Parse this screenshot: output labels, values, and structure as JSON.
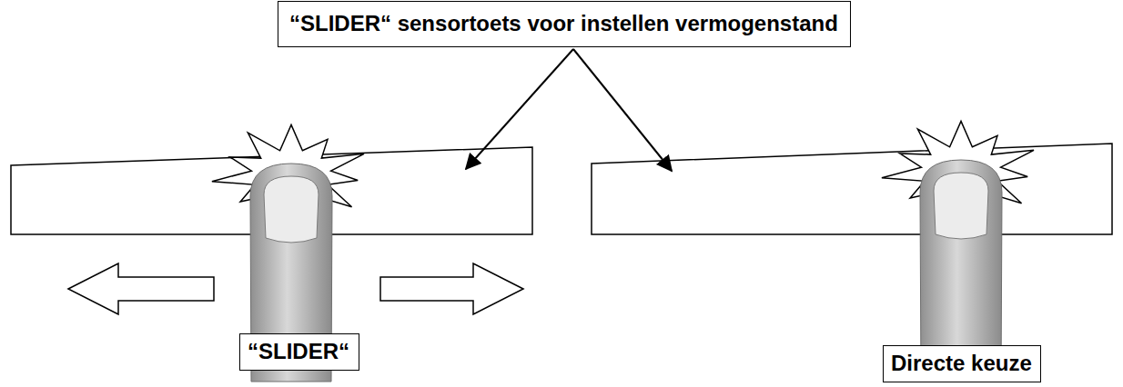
{
  "diagram": {
    "nodes": [
      {
        "text": [
          "“SLIDER“ sensortoets voor instellen vermogenstand"
        ]
      },
      {
        "text": [
          "“SLIDER“"
        ]
      },
      {
        "text": [
          "Directe keuze"
        ]
      }
    ]
  }
}
